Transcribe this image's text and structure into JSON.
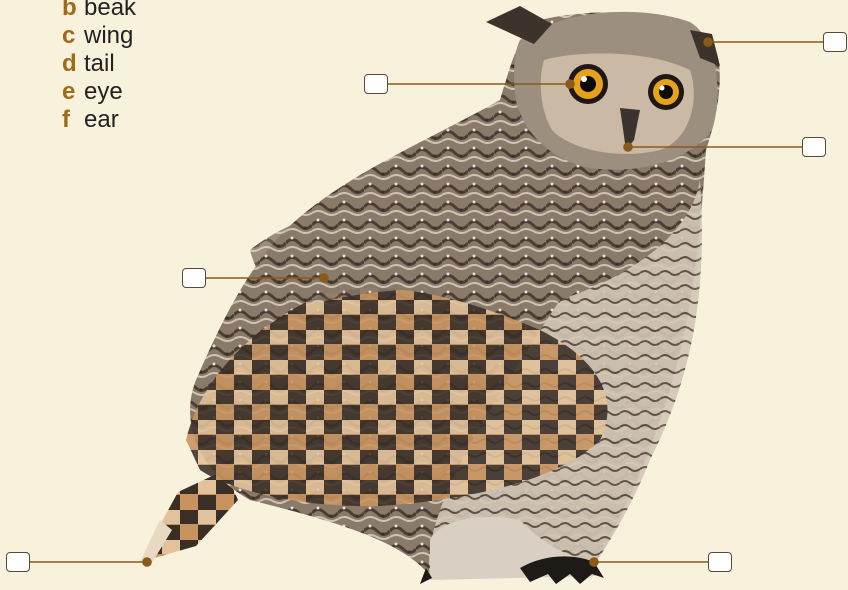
{
  "labels": [
    {
      "letter": "b",
      "word": "beak"
    },
    {
      "letter": "c",
      "word": "wing"
    },
    {
      "letter": "d",
      "word": "tail"
    },
    {
      "letter": "e",
      "word": "eye"
    },
    {
      "letter": "f",
      "word": "ear"
    }
  ],
  "colors": {
    "background": "#f8f1dc",
    "letter": "#a06a1b",
    "leader_line": "#8a5a1a",
    "owl_dark": "#4a3e34",
    "owl_mid": "#8a7a6a",
    "owl_light": "#cfc3b4",
    "owl_rust": "#b8895e",
    "eye_iris": "#e7a21c"
  },
  "answer_boxes": [
    {
      "id": "eye-answer-box",
      "points_to": "eye"
    },
    {
      "id": "ear-answer-box",
      "points_to": "ear"
    },
    {
      "id": "beak-answer-box",
      "points_to": "beak"
    },
    {
      "id": "wing-answer-box",
      "points_to": "wing"
    },
    {
      "id": "tail-answer-box",
      "points_to": "tail"
    },
    {
      "id": "foot-answer-box",
      "points_to": "foot"
    }
  ]
}
